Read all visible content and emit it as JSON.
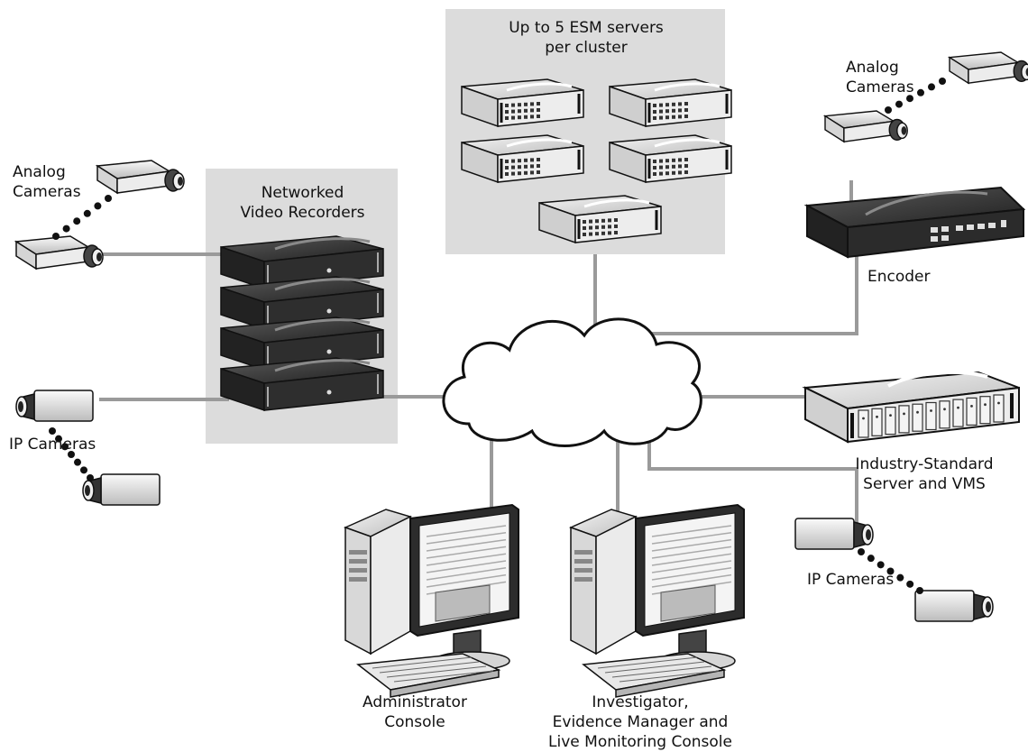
{
  "groups": {
    "esm": {
      "line1": "Up to 5 ESM servers",
      "line2": "per cluster"
    },
    "nvr": {
      "line1": "Networked",
      "line2": "Video Recorders"
    }
  },
  "labels": {
    "analog_left": {
      "line1": "Analog",
      "line2": "Cameras"
    },
    "analog_right": {
      "line1": "Analog",
      "line2": "Cameras"
    },
    "ip_left": "IP Cameras",
    "ip_right": "IP Cameras",
    "encoder": "Encoder",
    "server": {
      "line1": "Industry-Standard",
      "line2": "Server and VMS"
    },
    "admin": {
      "line1": "Administrator",
      "line2": "Console"
    },
    "investigator": {
      "line1": "Investigator,",
      "line2": "Evidence Manager and",
      "line3": "Live Monitoring Console"
    }
  },
  "colors": {
    "group_bg": "#dcdcdc",
    "line": "#9a9a9a",
    "device_dark": "#333333",
    "device_light": "#e6e6e6"
  }
}
